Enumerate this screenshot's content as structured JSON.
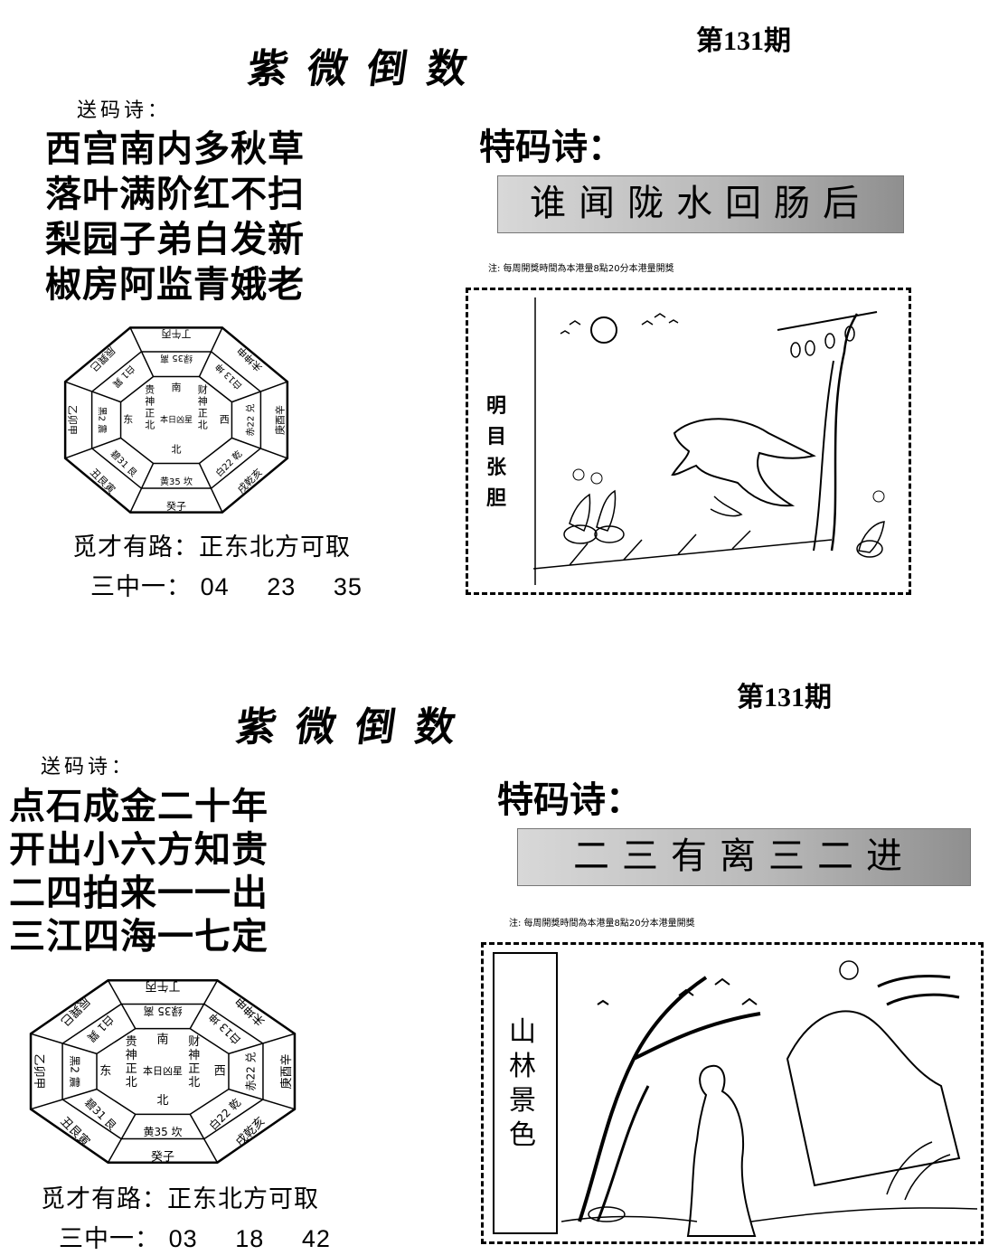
{
  "panels": [
    {
      "issue": "第131期",
      "brand": "紫微倒数",
      "poem_label": "送码诗：",
      "poem_lines": [
        "西宫南内多秋草",
        "落叶满阶红不扫",
        "梨园子弟白发新",
        "椒房阿监青娥老"
      ],
      "tema_label": "特码诗：",
      "tema_text": "谁闻陇水回肠后",
      "note": "注:  每周開獎時間為本港量8點20分本港量開獎",
      "picture_label": [
        "明",
        "目",
        "张",
        "胆"
      ],
      "wealth": "觅才有路：正东北方可取",
      "three_label": "三中一：",
      "three_numbers": [
        "04",
        "23",
        "35"
      ]
    },
    {
      "issue": "第131期",
      "brand": "紫微倒数",
      "poem_label": "送码诗：",
      "poem_lines": [
        "点石成金二十年",
        "开出小六方知贵",
        "二四拍来一一出",
        "三江四海一七定"
      ],
      "tema_label": "特码诗：",
      "tema_text": "二三有离三二进",
      "note": "注:  每周開獎時間為本港量8點20分本港量開獎",
      "picture_label": [
        "山",
        "林",
        "景",
        "色"
      ],
      "wealth": "觅才有路：正东北方可取",
      "three_label": "三中一：",
      "three_numbers": [
        "03",
        "18",
        "42"
      ]
    }
  ],
  "bagua": {
    "center": [
      "南",
      "本日凶星",
      "北"
    ],
    "left": [
      "贵",
      "神",
      "正",
      "北"
    ],
    "right": [
      "财",
      "神",
      "正",
      "北"
    ],
    "east": "东",
    "west": "西",
    "ring": [
      "离",
      "坤",
      "兑",
      "乾",
      "坎",
      "艮",
      "震",
      "巽"
    ],
    "outer": [
      "丁午丙",
      "未坤申",
      "庚酉辛",
      "戌乾亥",
      "癸子",
      "丑艮寅",
      "乙卯甲",
      "辰巽巳"
    ],
    "stars": [
      "绿35",
      "白13",
      "赤22",
      "白22",
      "黄35",
      "碧31",
      "黑2",
      "白1"
    ]
  }
}
